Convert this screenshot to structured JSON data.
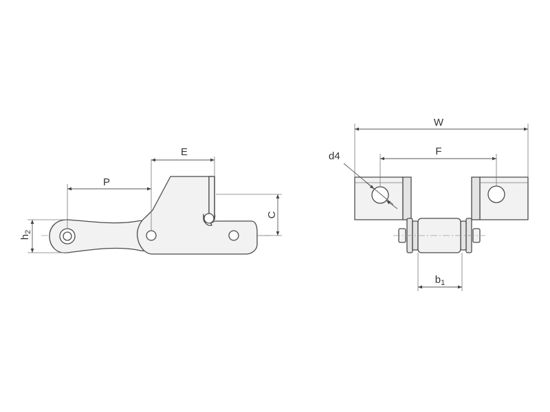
{
  "labels": {
    "p": "P",
    "e": "E",
    "c": "C",
    "h2_main": "h",
    "h2_sub": "2",
    "w": "W",
    "f": "F",
    "d4": "d4",
    "b1_main": "b",
    "b1_sub": "1"
  },
  "colors": {
    "line": "#4a4a4a",
    "fill": "#f2f2f2",
    "background": "#ffffff"
  }
}
